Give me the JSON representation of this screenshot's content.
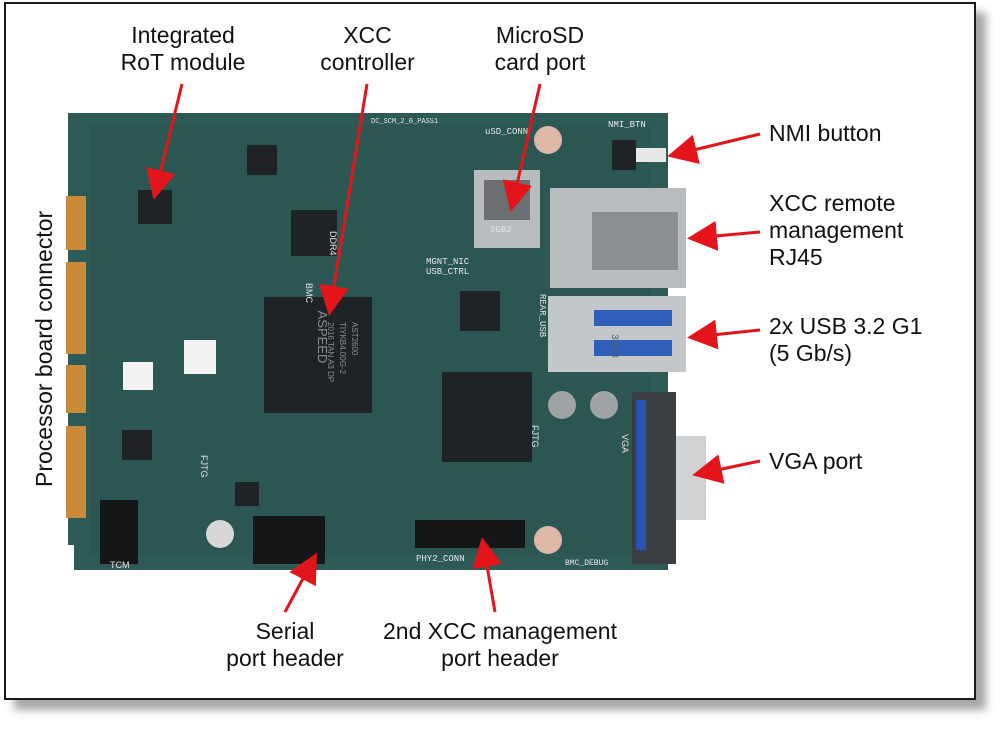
{
  "labels": {
    "rot": "Integrated\nRoT module",
    "xcc": "XCC\ncontroller",
    "microsd": "MicroSD\ncard port",
    "nmi": "NMI button",
    "rj45": "XCC remote\nmanagement\nRJ45",
    "usb": "2x USB 3.2 G1\n(5 Gb/s)",
    "vga": "VGA port",
    "serial": "Serial\nport header",
    "xcc2": "2nd XCC management\nport header",
    "connector": "Processor board connector"
  },
  "silkscreen": {
    "ddr4": "DDR4",
    "bmc": "BMC",
    "chip_brand": "ASPEED",
    "chip_model": "AST2600",
    "chip_line2": "TIYKB4.00G-2",
    "chip_line3": "2016 TAN A3 DP",
    "usd_conn": "uSD_CONN",
    "nmi_btn": "NMI_BTN",
    "mgnt_nic": "MGNT_NIC",
    "usb_ctrl": "USB_CTRL",
    "sd_chip": "3GB2",
    "rear_usb": "REAR_USB",
    "usb_code": "3243",
    "vga_silk": "VGA",
    "fjtg": "FJTG",
    "fjtg2": "FJTG",
    "tcm": "TCM",
    "phy2": "PHY2_CONN",
    "bmc_debug": "BMC_DEBUG",
    "dc_scm": "DC_SCM_2_0_PASS1"
  },
  "colors": {
    "pcb": "#2e5a55",
    "pcb_dark": "#1f3d3a",
    "gold": "#c98a3a",
    "arrow": "#e3151b",
    "chip": "#1f2326",
    "metal": "#b9bcbf"
  }
}
